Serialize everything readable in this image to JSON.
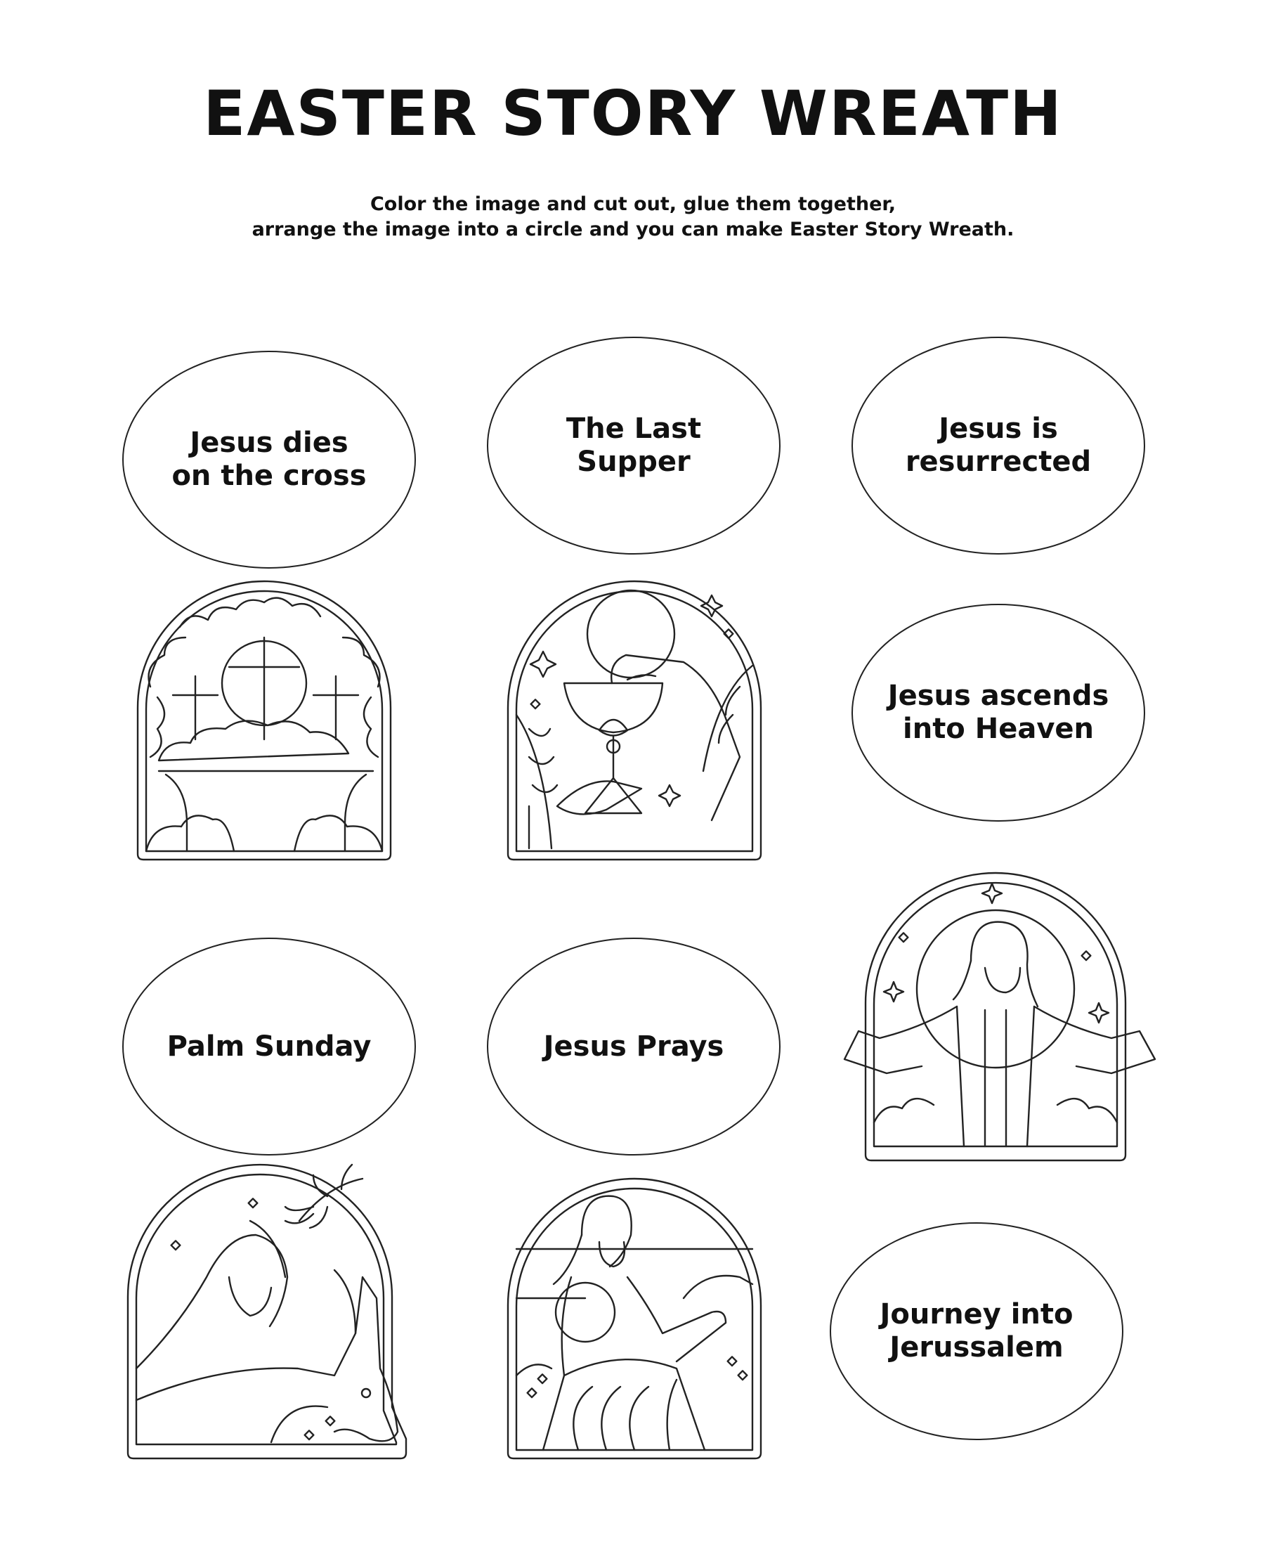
{
  "title": "EASTER STORY WREATH",
  "instructions": [
    "Color the image and cut out, glue them together,",
    "arrange the image into a circle and you can make Easter Story Wreath."
  ],
  "labels": {
    "cross": "Jesus dies\non the cross",
    "supper": "The Last\nSupper",
    "resurrected": "Jesus is\nresurrected",
    "ascends": "Jesus ascends\ninto Heaven",
    "palm": "Palm Sunday",
    "prays": "Jesus Prays",
    "journey": "Journey into\nJerussalem"
  },
  "illustrations": {
    "crucifixion": "three-crosses-icon",
    "last_supper": "chalice-icon",
    "ascension": "jesus-open-arms-icon",
    "palm_sunday": "donkey-palm-icon",
    "praying": "jesus-praying-icon"
  }
}
